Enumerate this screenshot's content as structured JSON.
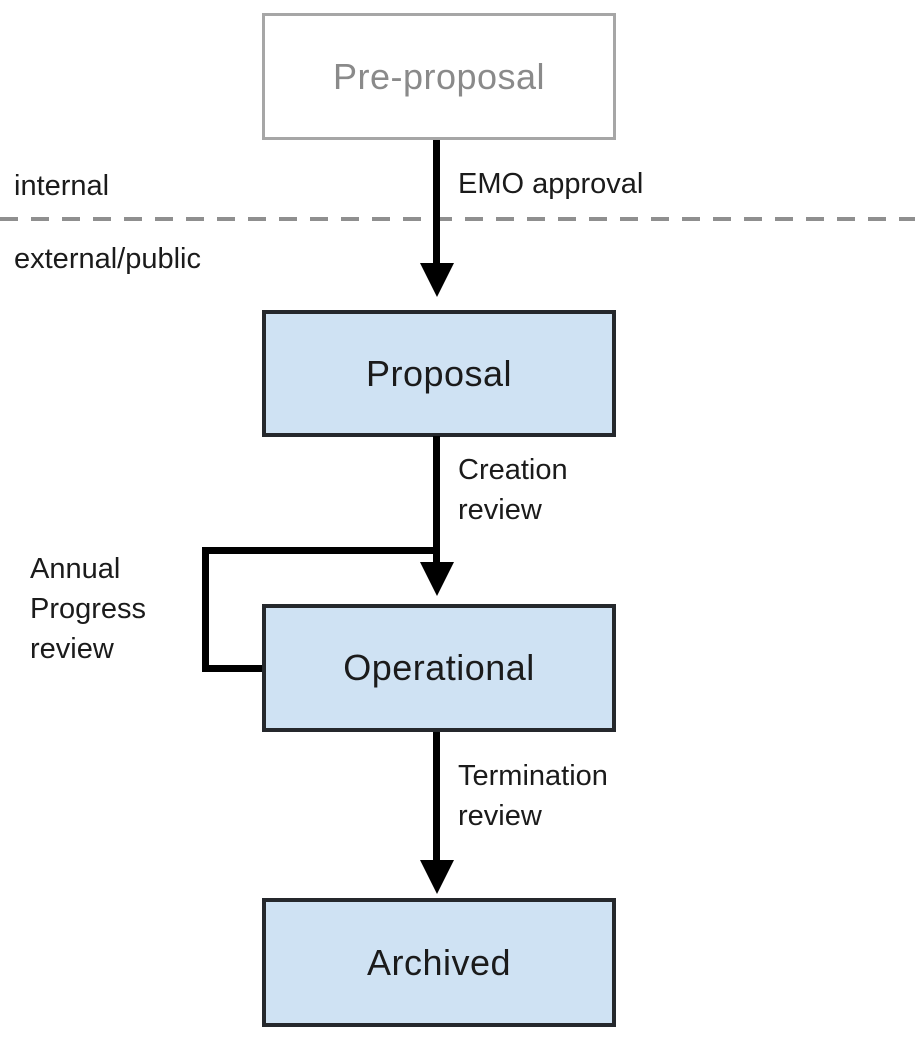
{
  "diagram": {
    "type": "flowchart",
    "regions": {
      "internal": "internal",
      "external": "external/public"
    },
    "nodes": [
      {
        "id": "pre-proposal",
        "label": "Pre-proposal",
        "style": "gray-outline"
      },
      {
        "id": "proposal",
        "label": "Proposal",
        "style": "blue-filled"
      },
      {
        "id": "operational",
        "label": "Operational",
        "style": "blue-filled"
      },
      {
        "id": "archived",
        "label": "Archived",
        "style": "blue-filled"
      }
    ],
    "edges": [
      {
        "id": "emo-approval",
        "from": "pre-proposal",
        "to": "proposal",
        "label": "EMO approval"
      },
      {
        "id": "creation-review",
        "from": "proposal",
        "to": "operational",
        "label": "Creation\nreview"
      },
      {
        "id": "annual-progress-review",
        "from": "operational",
        "to": "operational",
        "label": "Annual\nProgress\nreview"
      },
      {
        "id": "termination-review",
        "from": "operational",
        "to": "archived",
        "label": "Termination\nreview"
      }
    ],
    "colors": {
      "node_fill": "#cfe2f3",
      "node_border": "#25282c",
      "pre_node_border": "#a6a6a6",
      "pre_node_text": "#8a8a8a",
      "divider_dash": "#8f8f8f",
      "arrow": "#000000"
    }
  }
}
